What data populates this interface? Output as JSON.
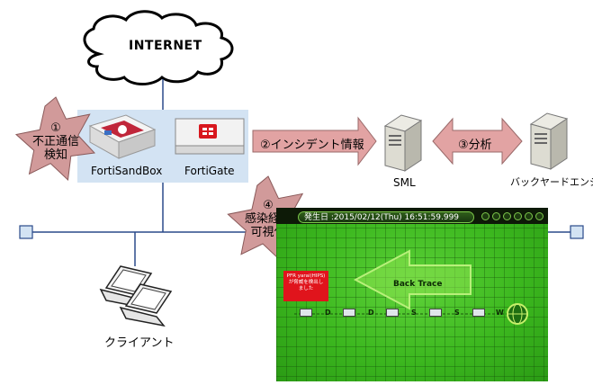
{
  "internet_label": "INTERNET",
  "devices": {
    "sandbox_label": "FortiSandBox",
    "fortigate_label": "FortiGate",
    "sml_label": "SML",
    "backyard_label": "バックヤードエンジン",
    "client_label": "クライアント"
  },
  "stars": {
    "detect_line1": "①",
    "detect_line2": "不正通信",
    "detect_line3": "検知",
    "visual_line1": "④",
    "visual_line2": "感染経路",
    "visual_line3": "可視化"
  },
  "arrows": {
    "incident_label": "②インシデント情報",
    "analysis_label": "③分析"
  },
  "screen": {
    "timestamp": "発生日 :2015/02/12(Thu) 16:51:59.999",
    "back_trace": "Back Trace",
    "alert_line1": "PFR yarai(HIPS)",
    "alert_line2": "が脅威を検出し",
    "alert_line3": "ました",
    "trace_nodes": [
      "D",
      "D",
      "S",
      "S",
      "W"
    ]
  },
  "colors": {
    "star_fill": "#d19a9a",
    "arrow_fill": "#e2a3a3",
    "panel_fill": "#d3e3f3",
    "screen_green": "#3cb81f",
    "alert_red": "#e0141c"
  }
}
